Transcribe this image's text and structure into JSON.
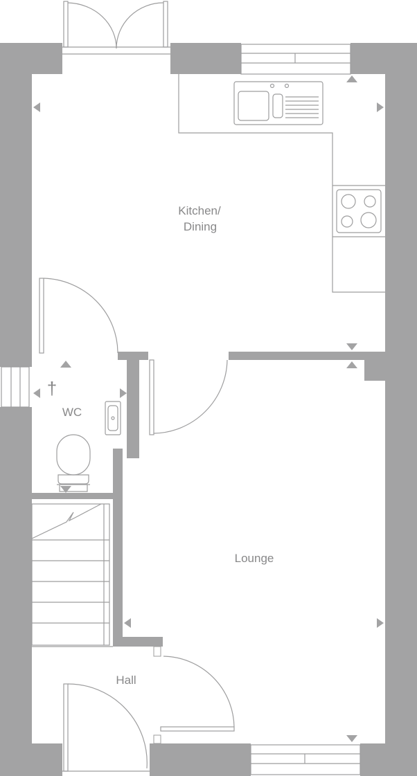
{
  "plan": {
    "rooms": {
      "kitchen_line1": "Kitchen/",
      "kitchen_line2": "Dining",
      "wc": "WC",
      "lounge": "Lounge",
      "hall": "Hall"
    },
    "symbols": {
      "wc_radiator_glyph": "†"
    },
    "colors": {
      "wall": "#a3a3a4",
      "line": "#9d9d9e",
      "text": "#888889",
      "background": "#ffffff"
    },
    "icons": [
      "door-swing-icon",
      "window-icon",
      "sink-icon",
      "hob-icon",
      "toilet-icon",
      "basin-icon",
      "stairs-icon",
      "dimension-arrow-icon"
    ]
  }
}
